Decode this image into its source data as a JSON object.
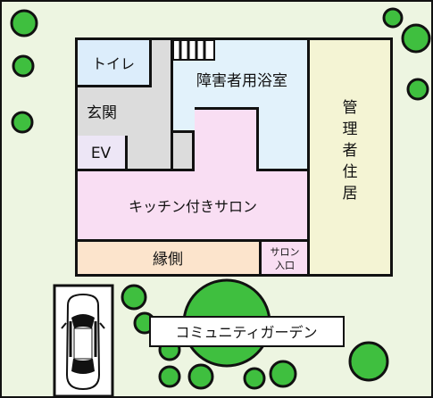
{
  "rooms": {
    "toilet": "トイレ",
    "entrance": "玄関",
    "ev": "EV",
    "accessible_bath": "障害者用浴室",
    "manager_residence": [
      "管",
      "理",
      "者",
      "住",
      "居"
    ],
    "kitchen_salon": "キッチン付きサロン",
    "engawa": "縁側",
    "salon_entrance": [
      "サロン",
      "入口"
    ]
  },
  "garden_label": "コミュニティガーデン",
  "colors": {
    "lawn": "#edf5e1",
    "wall": "#111111",
    "toilet": "#dcedfb",
    "entrance": "#dcdcdc",
    "ev": "#ede6f6",
    "bath": "#e2f2fb",
    "kitchen_salon": "#f9def3",
    "engawa": "#fce4cc",
    "residence": "#f4f4d4",
    "tree": "#3fbf3f",
    "parking": "#ffffff"
  }
}
